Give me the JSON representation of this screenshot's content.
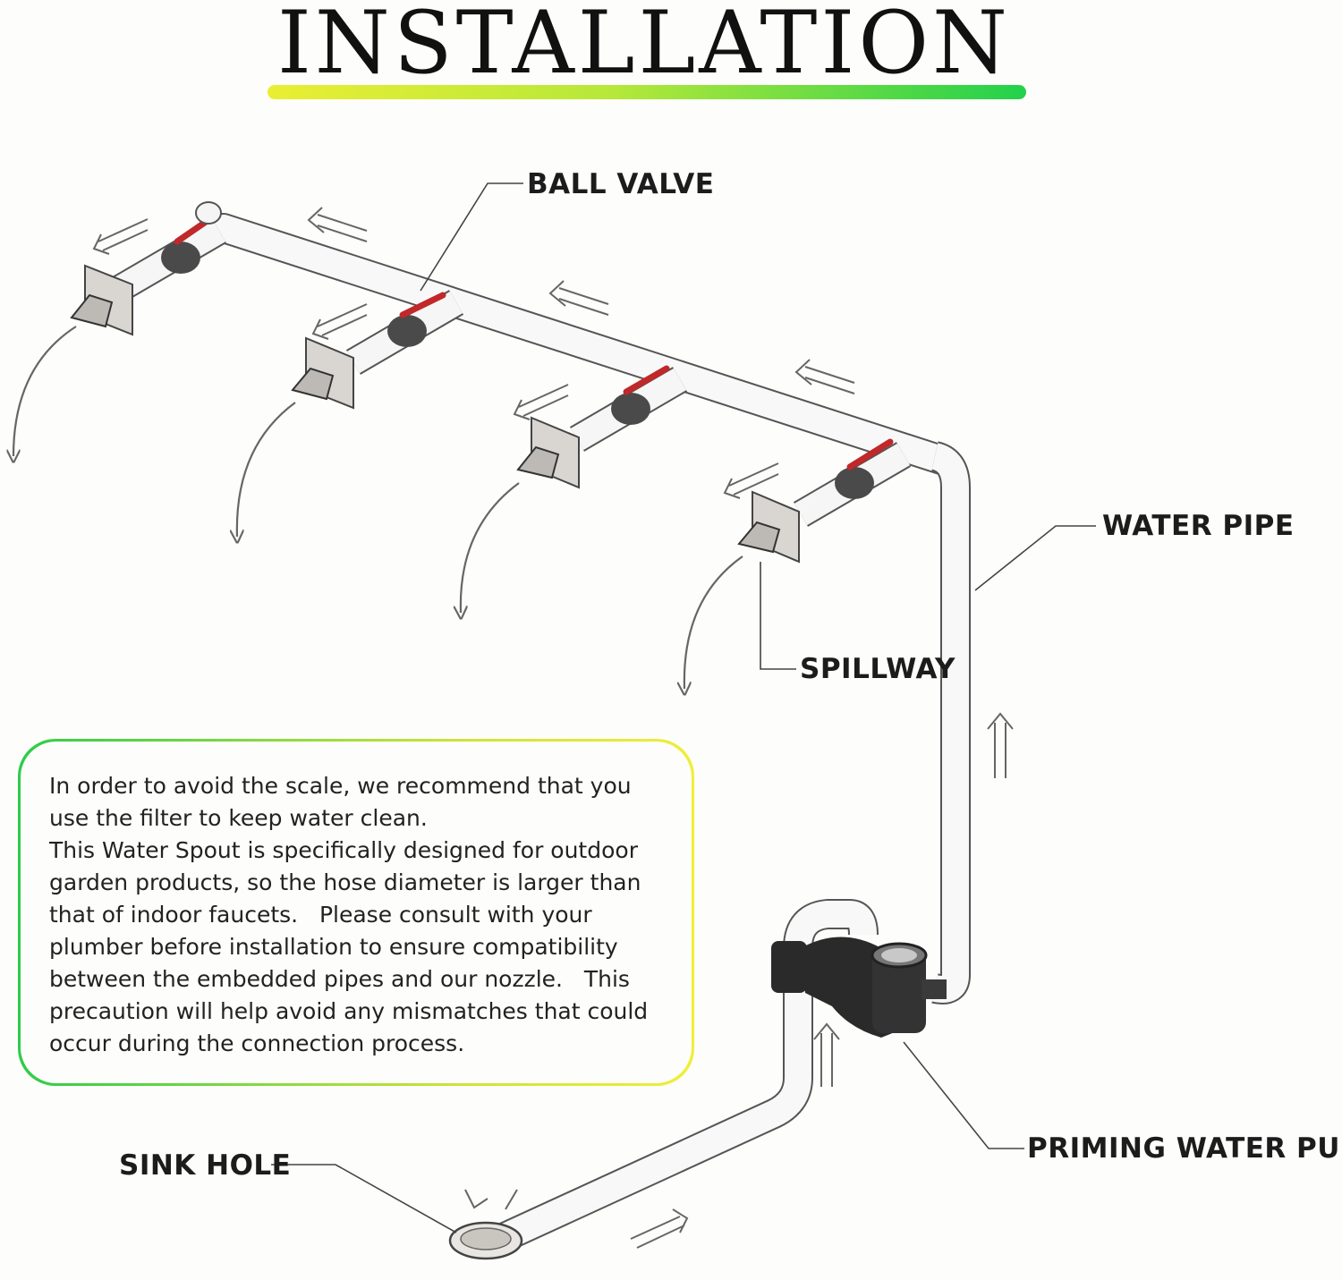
{
  "title": "INSTALLATION",
  "labels": {
    "ball_valve": "BALL VALVE",
    "water_pipe": "WATER PIPE",
    "spillway": "SPILLWAY",
    "priming_water_pump": "PRIMING WATER PUMP",
    "sink_hole": "SINK HOLE"
  },
  "note": {
    "lines": [
      "In order to avoid the scale, we recommend that you",
      "use the filter to keep water clean.",
      "This Water Spout is specifically designed for outdoor",
      "garden products, so the hose diameter is larger than",
      "that of indoor faucets.   Please consult with your",
      "plumber before installation to ensure compatibility",
      "between the embedded pipes and our nozzle.   This",
      "precaution will help avoid any mismatches that could",
      "occur during the connection process."
    ]
  },
  "colors": {
    "title_bar_start": "#eaee34",
    "title_bar_end": "#22d14c",
    "valve_handle": "#c0282a",
    "pump_body": "#2a2a2a"
  }
}
